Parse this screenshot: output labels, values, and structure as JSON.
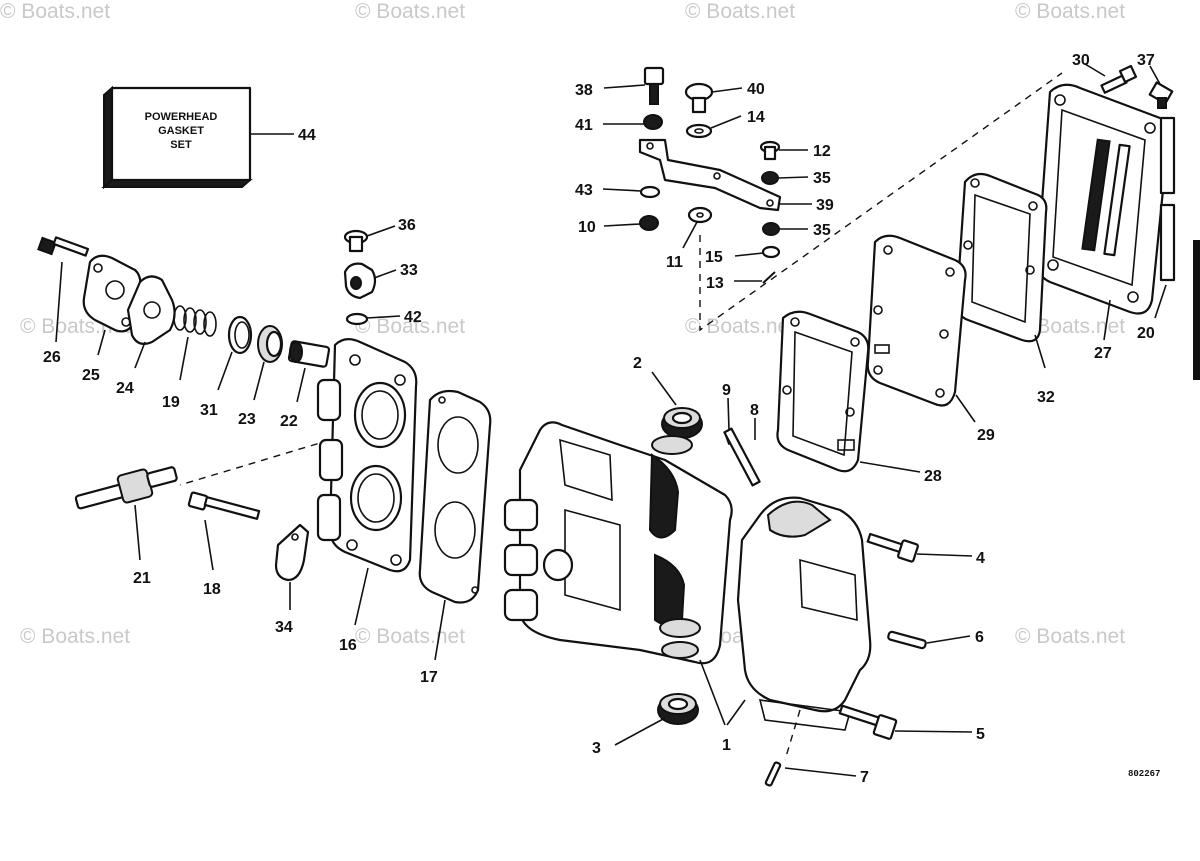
{
  "watermark": "© Boats.net",
  "drawing_code": "802267",
  "gasket_box": {
    "line1": "POWERHEAD",
    "line2": "GASKET",
    "line3": "SET",
    "callout": "44"
  },
  "callouts": {
    "c1": "1",
    "c2": "2",
    "c3": "3",
    "c4": "4",
    "c5": "5",
    "c6": "6",
    "c7": "7",
    "c8": "8",
    "c9": "9",
    "c10": "10",
    "c11": "11",
    "c12": "12",
    "c13": "13",
    "c14": "14",
    "c15": "15",
    "c16": "16",
    "c17": "17",
    "c18": "18",
    "c19": "19",
    "c20": "20",
    "c21": "21",
    "c22": "22",
    "c23": "23",
    "c24": "24",
    "c25": "25",
    "c26": "26",
    "c27": "27",
    "c28": "28",
    "c29": "29",
    "c30": "30",
    "c31": "31",
    "c32": "32",
    "c33": "33",
    "c34": "34",
    "c35a": "35",
    "c35b": "35",
    "c36": "36",
    "c37": "37",
    "c38": "38",
    "c39": "39",
    "c40": "40",
    "c41": "41",
    "c42": "42",
    "c43": "43"
  }
}
